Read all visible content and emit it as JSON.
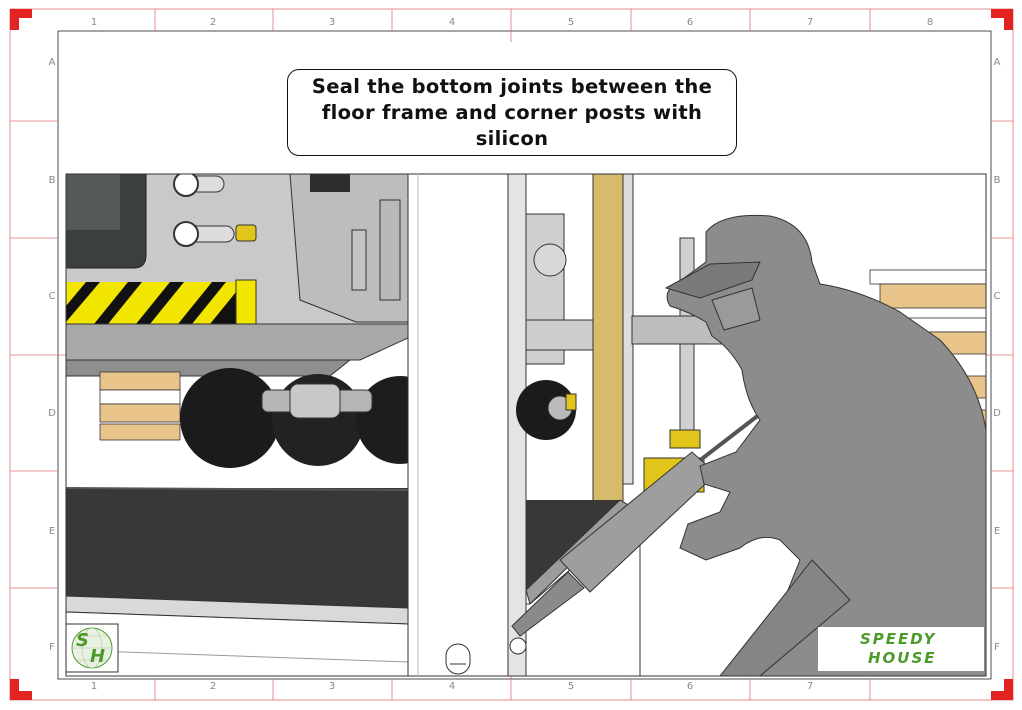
{
  "instruction_text": "Seal the bottom joints between the floor frame and corner posts with silicon",
  "grid": {
    "columns": [
      "1",
      "2",
      "3",
      "4",
      "5",
      "6",
      "7",
      "8"
    ],
    "rows": [
      "A",
      "B",
      "C",
      "D",
      "E",
      "F"
    ]
  },
  "logo_small": {
    "line1": "S",
    "line2": "H"
  },
  "brand_logo": {
    "line1": "SPEEDY",
    "line2": "HOUSE"
  },
  "colors": {
    "frame_red": "#e32222",
    "brand_green": "#4c9a2a",
    "hazard_yellow": "#f2e500",
    "figure_grey": "#8c8c8c",
    "floor_dark": "#383838",
    "board_tan": "#e8c48a",
    "insulation_tan": "#d6bb6a"
  }
}
